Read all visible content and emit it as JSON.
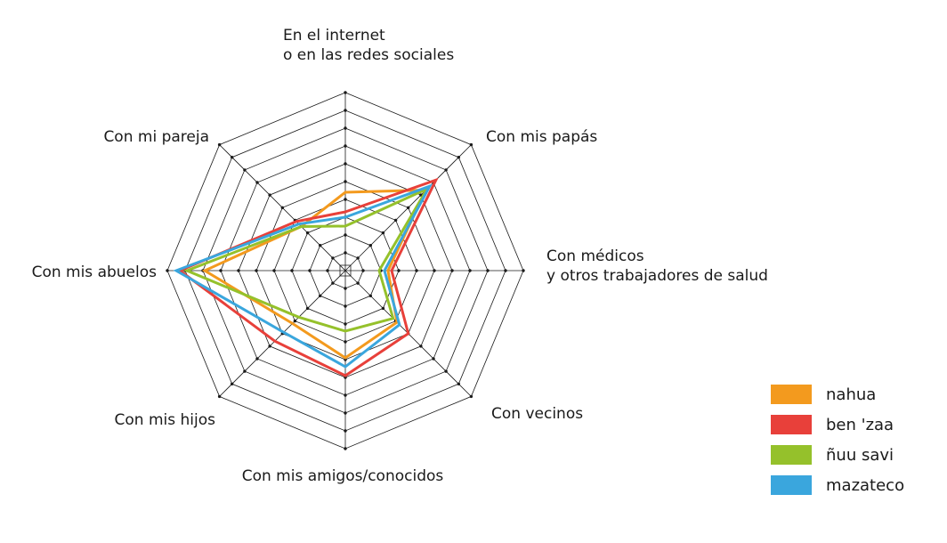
{
  "chart_data": {
    "type": "radar",
    "title": "",
    "axes": [
      {
        "lines": [
          "En el internet",
          "o en las redes sociales"
        ]
      },
      {
        "lines": [
          "Con mis papás"
        ]
      },
      {
        "lines": [
          "Con médicos",
          "y otros trabajadores de salud"
        ]
      },
      {
        "lines": [
          "Con vecinos"
        ]
      },
      {
        "lines": [
          "Con mis amigos/conocidos"
        ]
      },
      {
        "lines": [
          "Con mis hijos"
        ]
      },
      {
        "lines": [
          "Con mis abuelos"
        ]
      },
      {
        "lines": [
          "Con mi pareja"
        ]
      }
    ],
    "rlim": [
      0,
      100
    ],
    "rings": 10,
    "grid": true,
    "legend": "bottom-right",
    "series": [
      {
        "name": "nahua",
        "color": "#f39a1e",
        "values": [
          44,
          64,
          24,
          41,
          49,
          42,
          79,
          35
        ]
      },
      {
        "name": "ben 'zaa",
        "color": "#e8403a",
        "values": [
          33,
          72,
          26,
          50,
          59,
          56,
          93,
          39
        ]
      },
      {
        "name": "ñuu savi",
        "color": "#95c12b",
        "values": [
          25,
          65,
          19,
          38,
          34,
          37,
          89,
          35
        ]
      },
      {
        "name": "mazateco",
        "color": "#3aa6dd",
        "values": [
          30,
          67,
          22,
          43,
          54,
          49,
          95,
          37
        ]
      }
    ]
  }
}
